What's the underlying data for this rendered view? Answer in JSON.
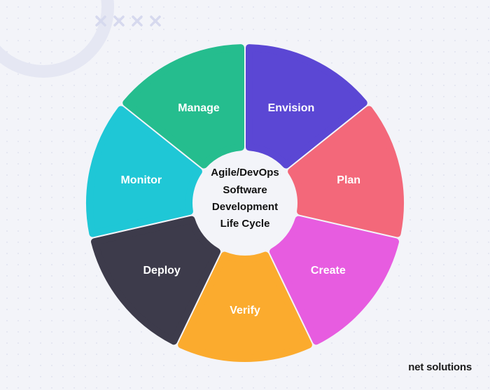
{
  "colors": {
    "background": "#f3f4f9",
    "accent_x": "#d6d9ee"
  },
  "diagram": {
    "center_lines": [
      "Agile/DevOps",
      "Software",
      "Development",
      "Life Cycle"
    ],
    "segments": [
      {
        "label": "Envision",
        "color": "#5b47d4"
      },
      {
        "label": "Plan",
        "color": "#f3687a"
      },
      {
        "label": "Create",
        "color": "#e75ce0"
      },
      {
        "label": "Verify",
        "color": "#fbab2e"
      },
      {
        "label": "Deploy",
        "color": "#3d3b4b"
      },
      {
        "label": "Monitor",
        "color": "#1fc7d6"
      },
      {
        "label": "Manage",
        "color": "#25bd8e"
      }
    ]
  },
  "brand": {
    "text": "net solutions"
  }
}
